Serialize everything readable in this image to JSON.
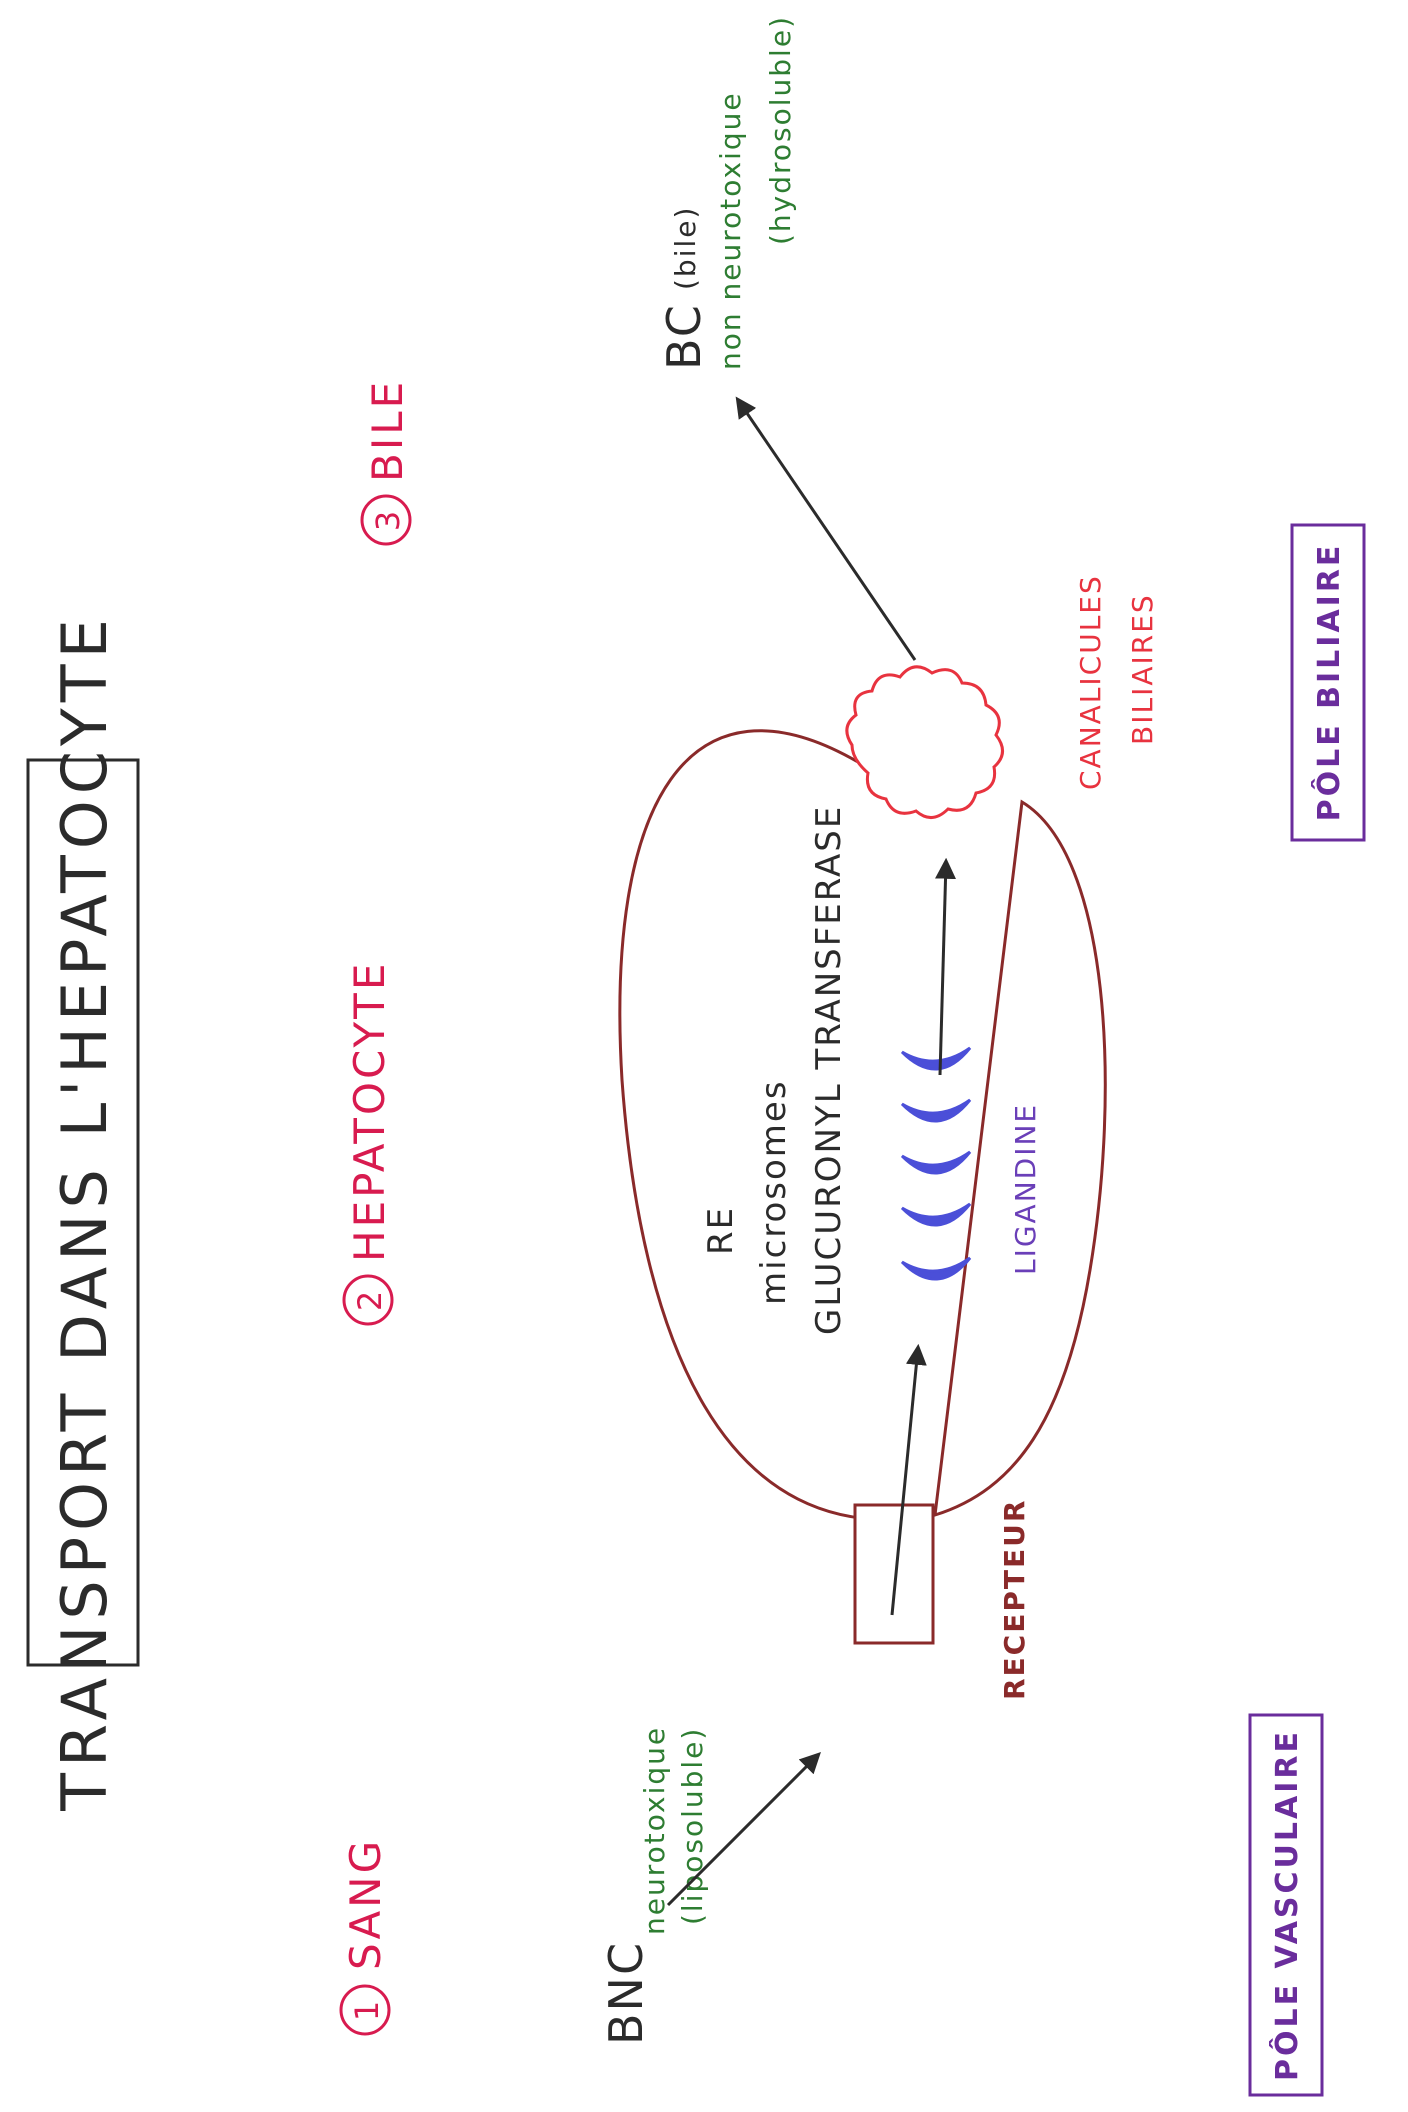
{
  "title": "TRANSPORT DANS L'HEPATOCYTE",
  "sections": {
    "sang": {
      "number": "1",
      "label": "SANG"
    },
    "hepatocyte": {
      "number": "2",
      "label": "HEPATOCYTE"
    },
    "bile": {
      "number": "3",
      "label": "BILE"
    }
  },
  "bnc": {
    "label": "BNC",
    "line1": "neurotoxique",
    "line2": "(liposoluble)"
  },
  "bc": {
    "label": "BC",
    "paren": "(bile)",
    "line1": "non neurotoxique",
    "line2": "(hydrosoluble)"
  },
  "cell": {
    "re": "RE",
    "microsomes": "microsomes",
    "enzyme": "GLUCURONYL TRANSFERASE",
    "ligandine": "LIGANDINE"
  },
  "recepteur": "RECEPTEUR",
  "canalicules": {
    "line1": "CANALICULES",
    "line2": "BILIAIRES"
  },
  "poles": {
    "vasculaire": "PÔLE VASCULAIRE",
    "biliaire": "PÔLE BILIAIRE"
  },
  "colors": {
    "ink": "#2b2b2b",
    "section_red": "#d81b4f",
    "cell_outline": "#8a2a2a",
    "canalicule_red": "#e8333f",
    "green": "#2e7d32",
    "purple": "#6a3fb8",
    "ligandine_blue": "#4b4fd8",
    "pole_purple": "#6a2d9c"
  }
}
